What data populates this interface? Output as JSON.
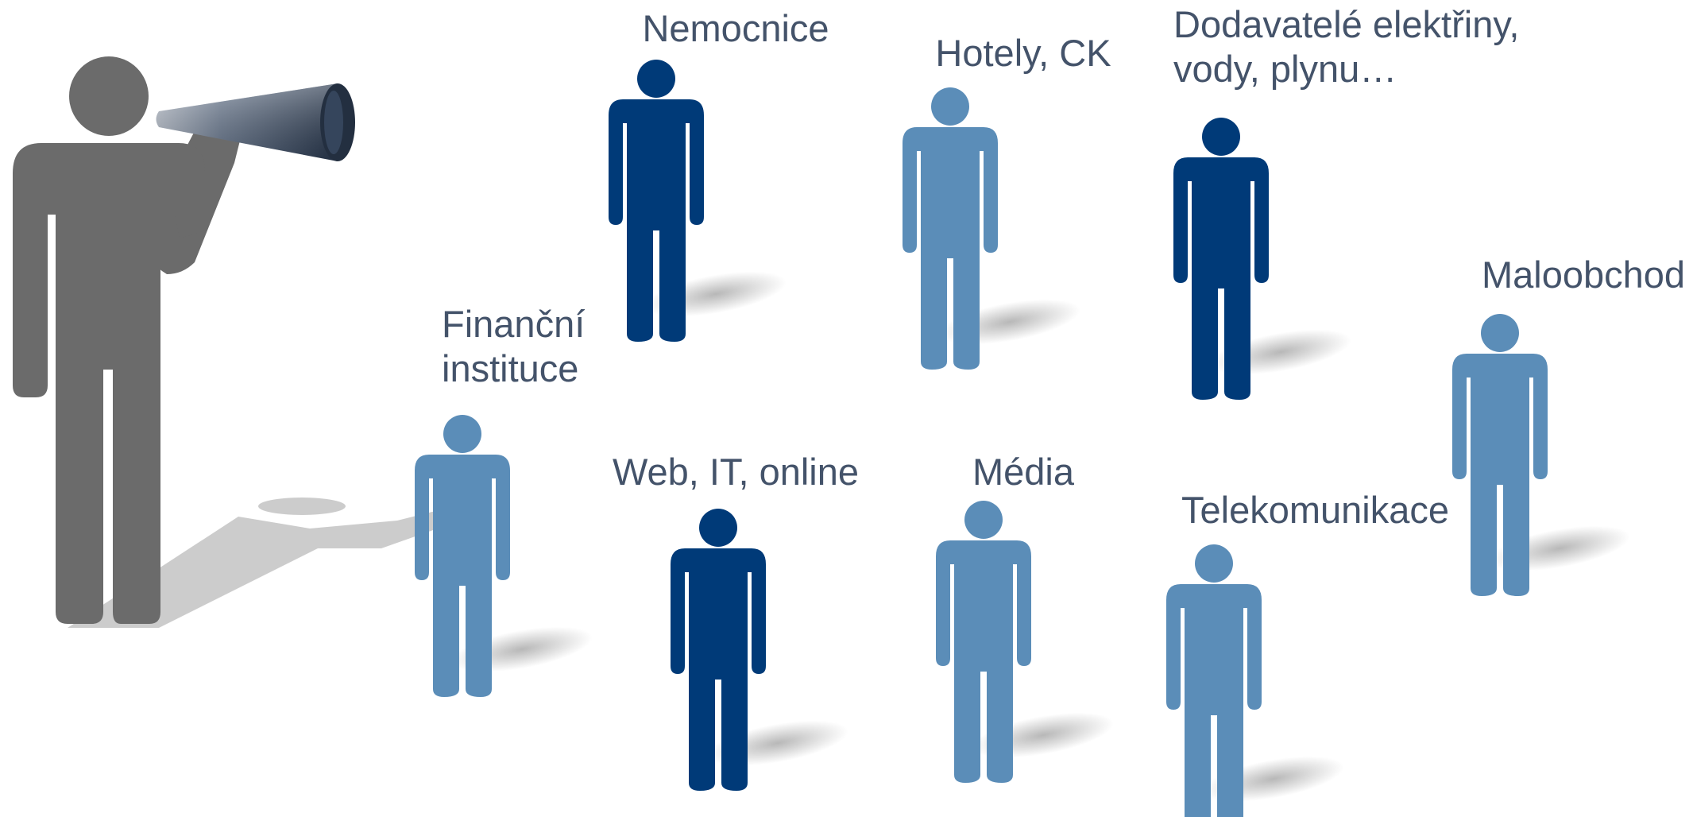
{
  "colors": {
    "speaker": "#6b6b6b",
    "speaker_shadow": "#cccccc",
    "person_dark": "#003a78",
    "person_light": "#5b8db8",
    "label": "#44536a"
  },
  "speaker": {
    "icon": "person-with-megaphone"
  },
  "groups": [
    {
      "lines": [
        "Nemocnice"
      ],
      "tone": "dark"
    },
    {
      "lines": [
        "Hotely, CK"
      ],
      "tone": "light"
    },
    {
      "lines": [
        "Dodavatelé elektřiny,",
        "vody, plynu…"
      ],
      "tone": "dark"
    },
    {
      "lines": [
        "Maloobchod"
      ],
      "tone": "light"
    },
    {
      "lines": [
        "Finanční",
        "instituce"
      ],
      "tone": "light"
    },
    {
      "lines": [
        "Web, IT, online"
      ],
      "tone": "dark"
    },
    {
      "lines": [
        "Média"
      ],
      "tone": "light"
    },
    {
      "lines": [
        "Telekomunikace"
      ],
      "tone": "light"
    }
  ]
}
